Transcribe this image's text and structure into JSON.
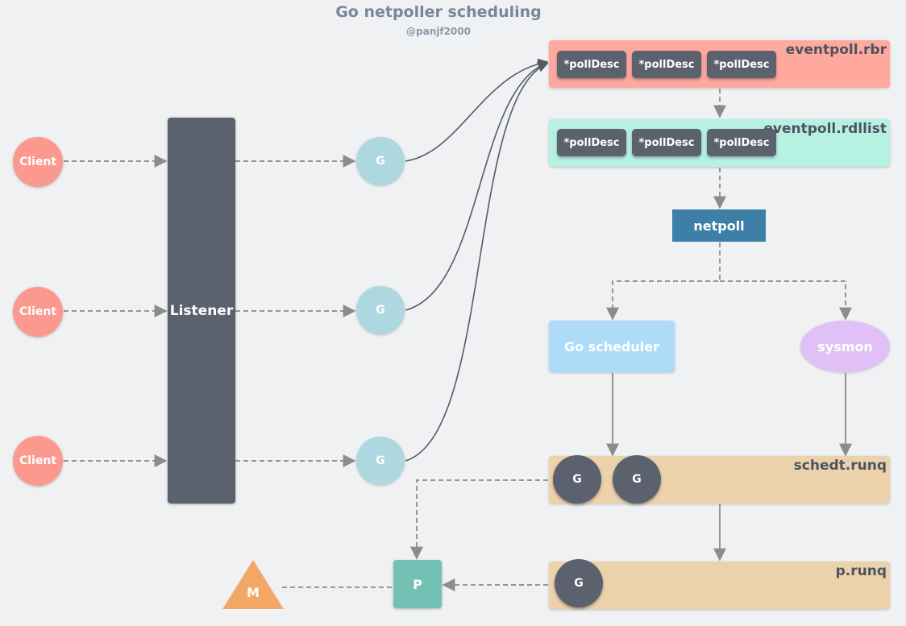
{
  "header": {
    "title": "Go netpoller scheduling",
    "author": "@panjf2000"
  },
  "clients": [
    {
      "label": "Client"
    },
    {
      "label": "Client"
    },
    {
      "label": "Client"
    }
  ],
  "listener": {
    "label": "Listener"
  },
  "goroutines": [
    {
      "label": "G"
    },
    {
      "label": "G"
    },
    {
      "label": "G"
    }
  ],
  "eventpoll_rbr": {
    "label": "eventpoll.rbr",
    "items": [
      "*pollDesc",
      "*pollDesc",
      "*pollDesc"
    ]
  },
  "eventpoll_rdllist": {
    "label": "eventpoll.rdllist",
    "items": [
      "*pollDesc",
      "*pollDesc",
      "*pollDesc"
    ]
  },
  "netpoll": {
    "label": "netpoll"
  },
  "go_scheduler": {
    "label": "Go scheduler"
  },
  "sysmon": {
    "label": "sysmon"
  },
  "sched_runq": {
    "label": "schedt.runq",
    "items": [
      "G",
      "G"
    ]
  },
  "p_runq": {
    "label": "p.runq",
    "items": [
      "G"
    ]
  },
  "processor": {
    "label": "P"
  },
  "machine": {
    "label": "M"
  },
  "colors": {
    "background": "#f0f1f3",
    "client": "#fc998f",
    "listener": "#5c616e",
    "goroutine": "#aed8e0",
    "rbr": "#ffa89e",
    "rdllist": "#b6f1e2",
    "netpoll": "#3d7fa6",
    "scheduler": "#aedbf8",
    "sysmon": "#e0c0f7",
    "runq": "#ebd2ab",
    "processor": "#74c0b4",
    "machine": "#f3a765"
  }
}
